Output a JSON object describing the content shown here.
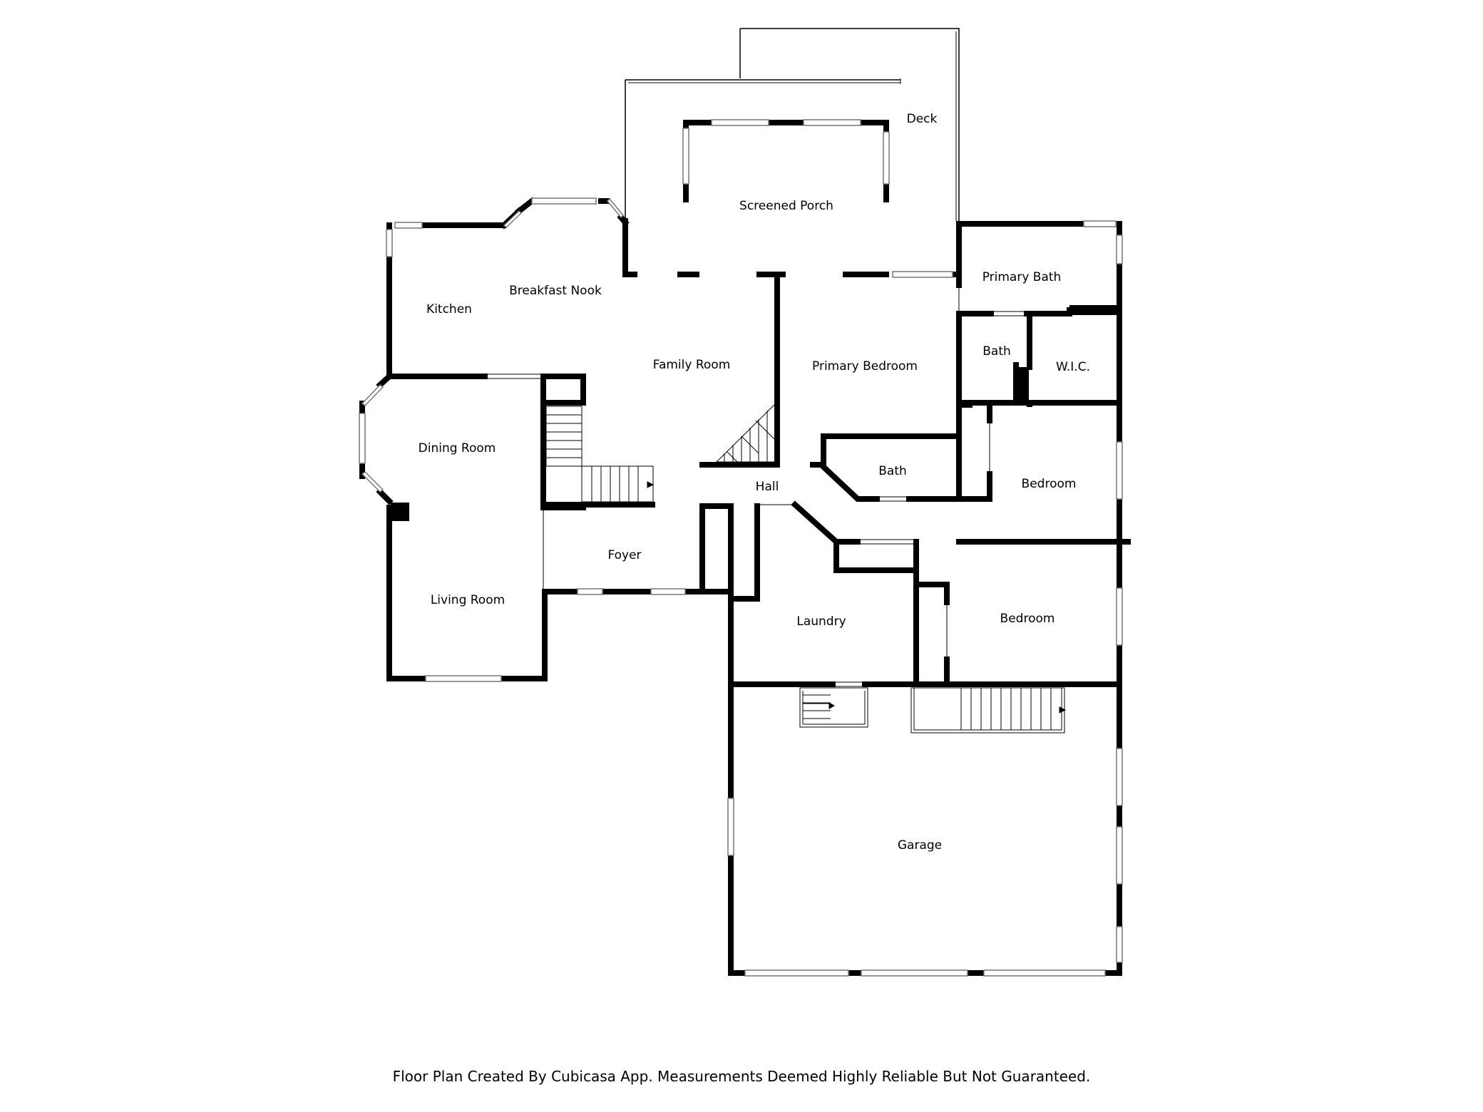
{
  "rooms": {
    "deck": "Deck",
    "screened_porch": "Screened Porch",
    "kitchen": "Kitchen",
    "breakfast_nook": "Breakfast Nook",
    "family_room": "Family Room",
    "primary_bedroom": "Primary Bedroom",
    "primary_bath": "Primary Bath",
    "bath_upper": "Bath",
    "wic": "W.I.C.",
    "dining_room": "Dining Room",
    "bath_hall": "Bath",
    "hall": "Hall",
    "bedroom_2": "Bedroom",
    "foyer": "Foyer",
    "living_room": "Living Room",
    "laundry": "Laundry",
    "bedroom_3": "Bedroom",
    "garage": "Garage"
  },
  "caption": "Floor Plan Created By Cubicasa App. Measurements Deemed Highly Reliable But Not Guaranteed.",
  "colors": {
    "wall": "#000000",
    "window": "#9a9a9a",
    "background": "#ffffff"
  }
}
